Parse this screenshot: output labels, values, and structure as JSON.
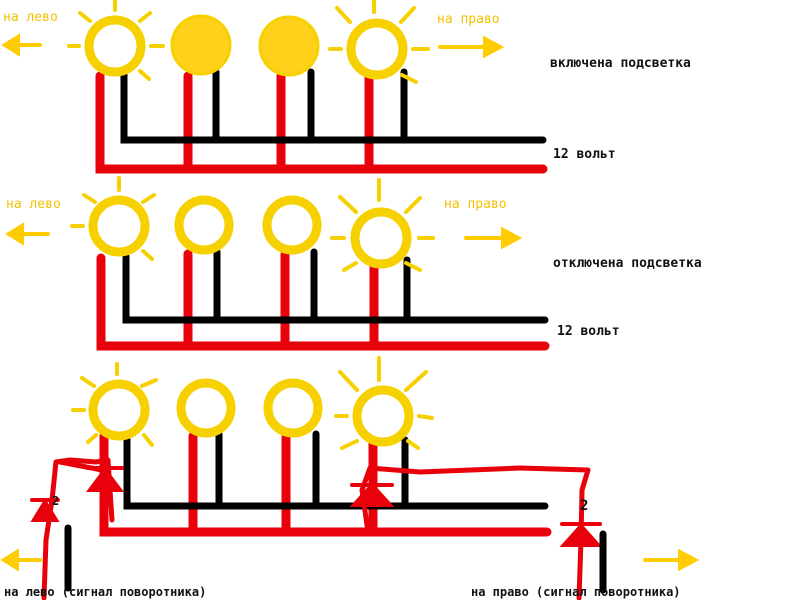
{
  "colors": {
    "bulb": "#f7d000",
    "bulb_fill": "#ffd11a",
    "rays": "#f7d000",
    "wire_red": "#e8000b",
    "wire_black": "#000000",
    "arrow": "#ffcc00"
  },
  "section1": {
    "left": "на лево",
    "right": "на право",
    "status": "включена подсветка",
    "voltage": "12 вольт"
  },
  "section2": {
    "left": "на лево",
    "right": "на право",
    "status": "отключена подсветка",
    "voltage": "12 вольт"
  },
  "section3": {
    "left_signal": "на лево  (сигнал поворотника)",
    "right_signal": "на право (сигнал поворотника)",
    "mark_left": "2",
    "mark_right": "2"
  }
}
